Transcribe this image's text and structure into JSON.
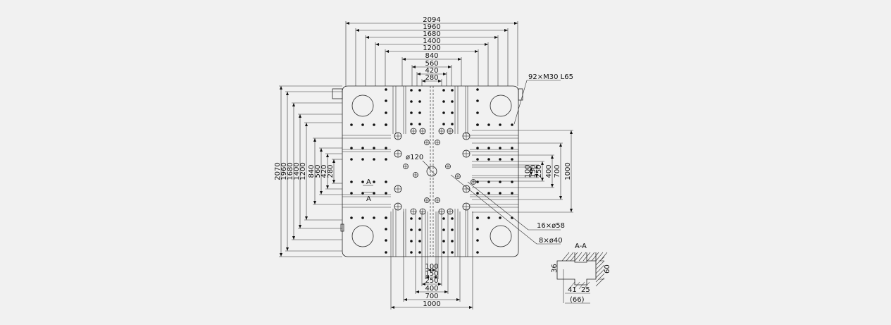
{
  "top_dims": [
    "2094",
    "1960",
    "1680",
    "1400",
    "1200",
    "840",
    "560",
    "420",
    "280"
  ],
  "left_dims": [
    "2070",
    "1960",
    "1680",
    "1400",
    "1200",
    "840",
    "560",
    "420",
    "280"
  ],
  "right_dims": [
    "100",
    "150",
    "250",
    "400",
    "700",
    "1000"
  ],
  "bottom_dims": [
    "100",
    "150",
    "250",
    "400",
    "700",
    "1000"
  ],
  "callouts": {
    "bolts": "92×M30 L65",
    "center_hole": "ø120",
    "holes_58": "16×ø58",
    "holes_40": "8×ø40",
    "section_mark": "A"
  },
  "section": {
    "title": "A-A",
    "dim_36": "36",
    "dim_60": "60",
    "dim_41": "41",
    "dim_25": "25",
    "dim_66": "(66)"
  }
}
